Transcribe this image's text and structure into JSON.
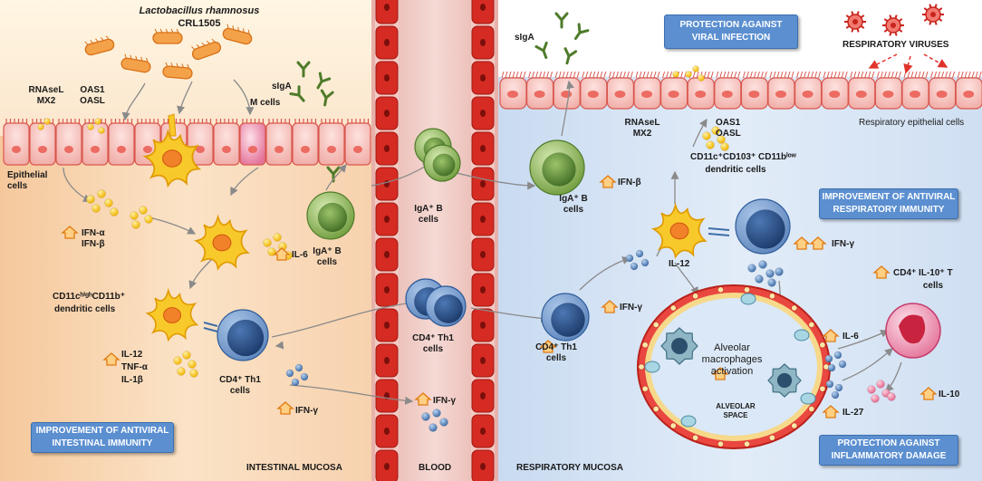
{
  "bacterium": {
    "name": "Lactobacillus rhamnosus",
    "strain": "CRL1505"
  },
  "regions": {
    "intestinal": "INTESTINAL MUCOSA",
    "blood": "BLOOD",
    "respiratory": "RESPIRATORY MUCOSA"
  },
  "boxes": {
    "protection_viral": [
      "PROTECTION AGAINST",
      "VIRAL INFECTION"
    ],
    "antiviral_respiratory": [
      "IMPROVEMENT OF ANTIVIRAL",
      "RESPIRATORY IMMUNITY"
    ],
    "antiviral_intestinal": [
      "IMPROVEMENT OF ANTIVIRAL",
      "INTESTINAL IMMUNITY"
    ],
    "protection_inflammatory": [
      "PROTECTION AGAINST",
      "INFLAMMATORY DAMAGE"
    ]
  },
  "labels": {
    "rnasel_gut": "RNAseL",
    "mx2_gut": "MX2",
    "oas1_gut": "OAS1",
    "oasl_gut": "OASL",
    "m_cells": "M cells",
    "siga_gut": "sIgA",
    "epithelial_1": "Epithelial",
    "epithelial_2": "cells",
    "ifna": "IFN-α",
    "ifnb_gut": "IFN-β",
    "il6_gut": "IL-6",
    "igab_gut_1": "IgA⁺ B",
    "igab_gut_2": "cells",
    "dc_gut_1": "CD11cʰⁱᵍʰCD11b⁺",
    "dc_gut_2": "dendritic cells",
    "il12_gut": "IL-12",
    "tnfa": "TNF-α",
    "il1b": "IL-1β",
    "th1_gut_1": "CD4⁺ Th1",
    "th1_gut_2": "cells",
    "ifng_gut": "IFN-γ",
    "igab_blood_1": "IgA⁺ B",
    "igab_blood_2": "cells",
    "th1_blood_1": "CD4⁺ Th1",
    "th1_blood_2": "cells",
    "ifng_blood": "IFN-γ",
    "siga_resp": "sIgA",
    "resp_viruses": "RESPIRATORY VIRUSES",
    "resp_epithelial": "Respiratory epithelial cells",
    "rnasel_resp": "RNAseL",
    "mx2_resp": "MX2",
    "oas1_resp": "OAS1",
    "oasl_resp": "OASL",
    "igab_resp_1": "IgA⁺ B",
    "igab_resp_2": "cells",
    "ifnb_resp": "IFN-β",
    "dc_resp_1": "CD11c⁺CD103⁺ CD11bˡᵒʷ",
    "dc_resp_2": "dendritic cells",
    "ifng_resp_top": "IFN-γ",
    "il12_resp": "IL-12",
    "th1_resp_1": "CD4⁺ Th1",
    "th1_resp_2": "cells",
    "ifng_resp": "IFN-γ",
    "alv_1": "Alveolar",
    "alv_2": "macrophages",
    "alv_3": "activation",
    "alv_space_1": "ALVEOLAR",
    "alv_space_2": "SPACE",
    "treg_1": "CD4⁺ IL-10⁺ T",
    "treg_2": "cells",
    "il6_resp": "IL-6",
    "il27": "IL-27",
    "il10": "IL-10"
  },
  "colors": {
    "intestinal_bg": "#fbe3c7",
    "blood_bg": "#efc7c2",
    "respiratory_bg": "#dce8f6",
    "box": "#5b8fd0",
    "cell_red": "#d62b22",
    "dc_yellow": "#f6c21c",
    "b_green": "#8fb85a",
    "t_blue": "#2e5b9a",
    "arrow_up": "#f39a1e"
  }
}
